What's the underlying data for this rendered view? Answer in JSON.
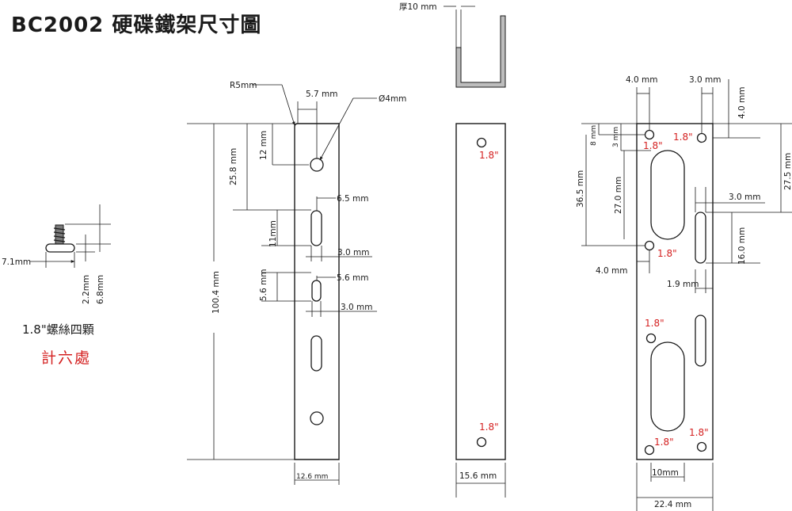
{
  "title": "BC2002 硬碟鐵架尺寸圖",
  "screw": {
    "label_width": "7.1mm",
    "label_head": "2.2mm",
    "label_total": "6.8mm",
    "note": "1.8\"螺絲四顆",
    "note_red": "計六處"
  },
  "side_view": {
    "radius": "R5mm",
    "hole_offset": "5.7 mm",
    "hole_diameter": "Ø4mm",
    "top_to_hole": "12 mm",
    "top_to_slot": "25.8 mm",
    "total_height": "100.4 mm",
    "slot_length": "11mm",
    "slot_offset": "6.5 mm",
    "slot_width": "3.0 mm",
    "small_slot_length": "5.6 mm",
    "small_slot_offset": "5.6 mm",
    "small_slot_width": "3.0 mm",
    "width": "12.6 mm"
  },
  "front_view": {
    "thickness": "厚10 mm",
    "hole_top": "1.8\"",
    "hole_bottom": "1.8\"",
    "width": "15.6 mm"
  },
  "bottom_view": {
    "top_offset_left": "4.0 mm",
    "top_offset_right": "3.0 mm",
    "right_offset": "4.0 mm",
    "left_8mm": "8 mm",
    "left_3mm": "3 mm",
    "left_36_5": "36.5 mm",
    "left_27": "27.0 mm",
    "right_27_5": "27.5 mm",
    "slot_offset": "3.0 mm",
    "slot_length": "16.0 mm",
    "hole_offset_left": "4.0 mm",
    "slot_gap": "1.9 mm",
    "hole_1": "1.8\"",
    "hole_2": "1.8\"",
    "hole_3": "1.8\"",
    "hole_4": "1.8\"",
    "hole_5": "1.8\"",
    "hole_6": "1.8\"",
    "slot_width": "10mm",
    "total_width": "22.4 mm"
  }
}
